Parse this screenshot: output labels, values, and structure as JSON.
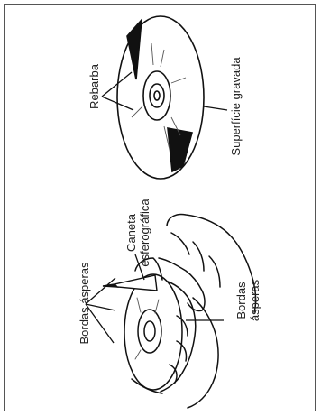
{
  "labels": {
    "burr": "Rebarba",
    "engraved_surface": "Superfície gravada",
    "pen_line1": "Caneta",
    "pen_line2": "esferográfica",
    "rough_edges_left": "Bordas ásperas",
    "rough_edges_right_line1": "Bordas",
    "rough_edges_right_line2": "ásperas"
  }
}
